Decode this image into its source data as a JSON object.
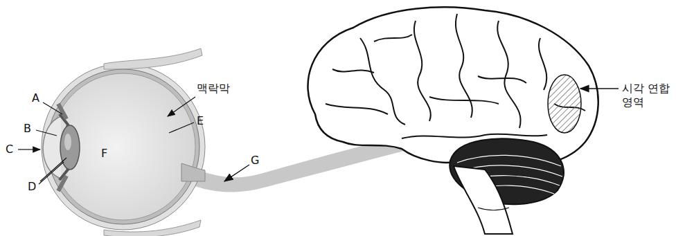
{
  "diagram": {
    "labels": [
      "A",
      "B",
      "C",
      "D",
      "E",
      "F",
      "G",
      "맥락막",
      "시각 연합 영역"
    ]
  }
}
